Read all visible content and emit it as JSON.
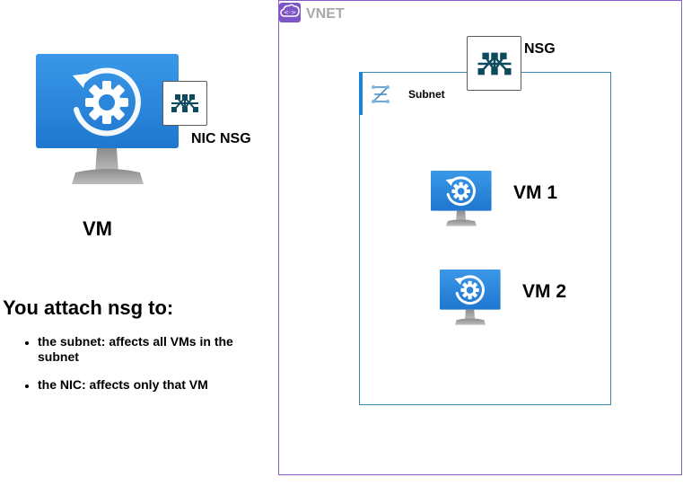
{
  "vnet": {
    "label": "VNET"
  },
  "subnet": {
    "label": "Subnet"
  },
  "nsg": {
    "label": "NSG"
  },
  "nic_nsg": {
    "label": "NIC NSG"
  },
  "vm": {
    "label": "VM"
  },
  "vm1": {
    "label": "VM 1"
  },
  "vm2": {
    "label": "VM 2"
  },
  "text": {
    "heading": "You attach nsg to:",
    "bullets": [
      "the subnet: affects all VMs in the subnet",
      "the NIC: affects only that VM"
    ]
  },
  "colors": {
    "vnet_border": "#8a5cc9",
    "subnet_border": "#3b8ab3",
    "monitor_blue": "#2f8fe0",
    "nsg_dark": "#0c4a5e"
  },
  "icons": {
    "vm": "virtual-machine-icon",
    "nsg": "network-security-group-icon",
    "subnet": "subnet-icon",
    "vnet": "virtual-network-icon"
  }
}
